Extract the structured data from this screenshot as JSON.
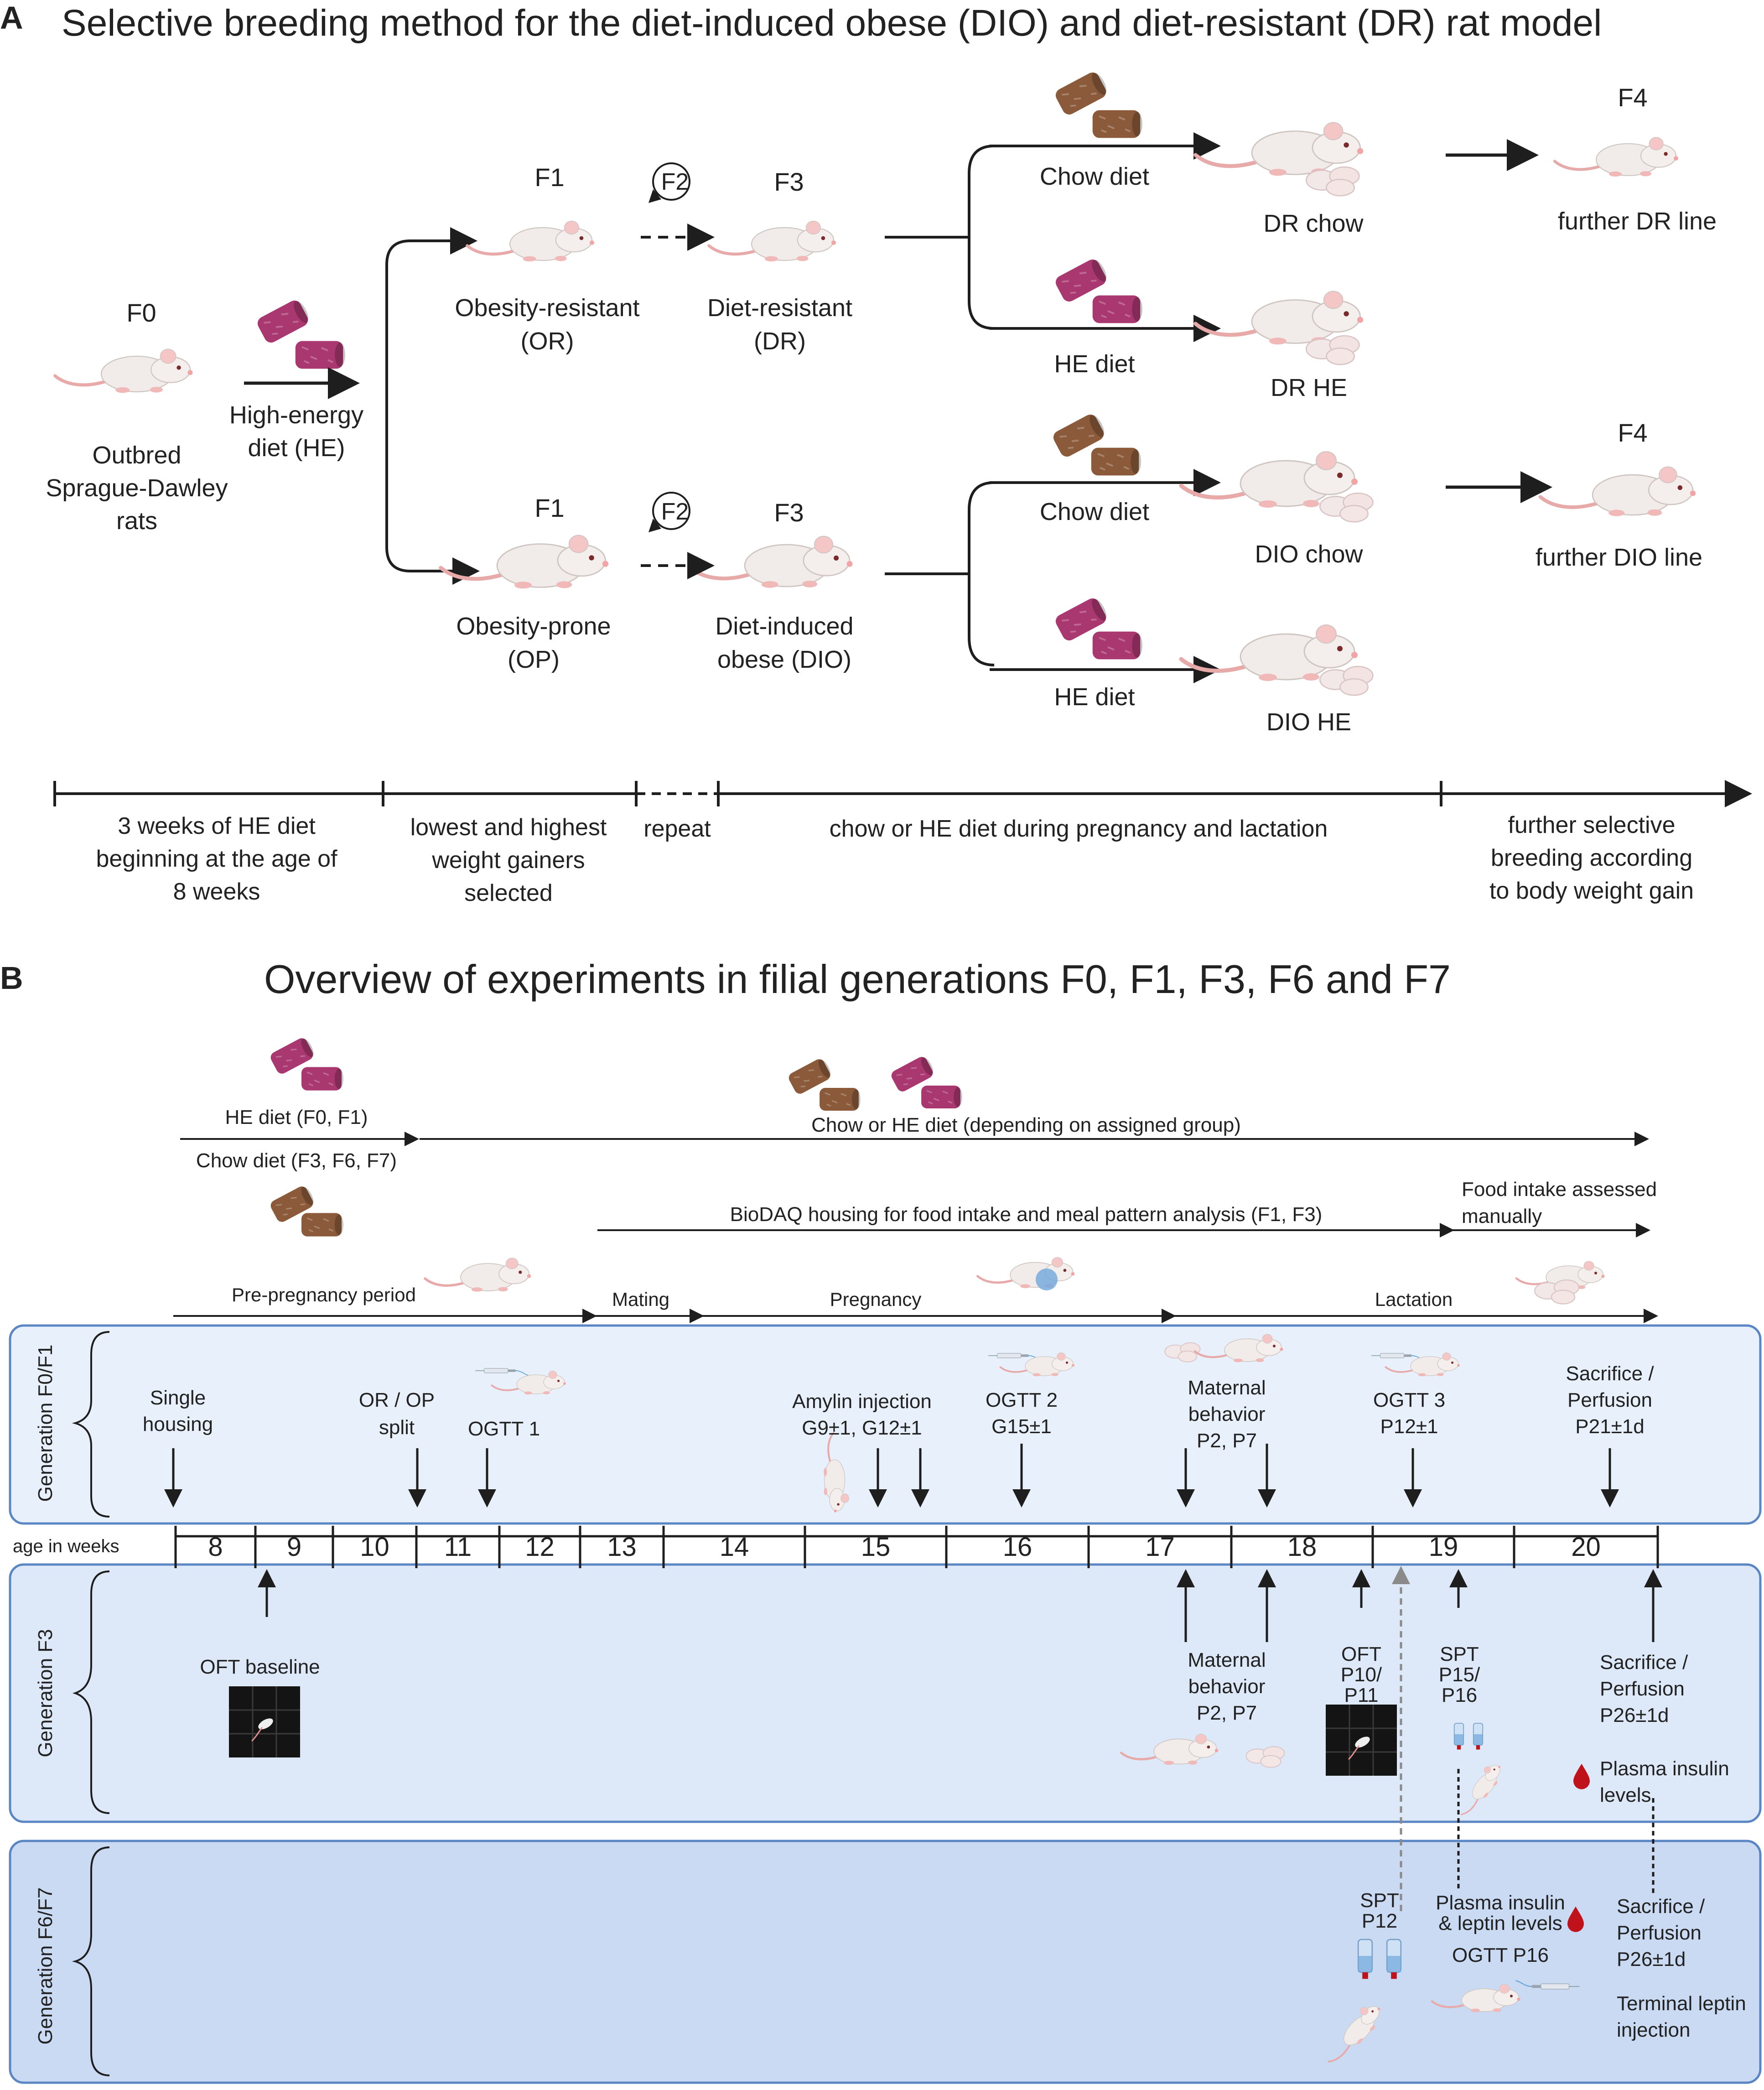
{
  "panel_a": {
    "letter": "A",
    "title": "Selective breeding method for the diet-induced obese (DIO) and diet-resistant (DR) rat model",
    "f0_label": "F0",
    "f0_desc": [
      "Outbred",
      "Sprague-Dawley",
      "rats"
    ],
    "he_diet_label": [
      "High-energy",
      "diet (HE)"
    ],
    "f1_label": "F1",
    "f2_label": "F2",
    "f3_label": "F3",
    "f4_label": "F4",
    "or_label": [
      "Obesity-resistant",
      "(OR)"
    ],
    "dr_label": [
      "Diet-resistant",
      "(DR)"
    ],
    "op_label": [
      "Obesity-prone",
      "(OP)"
    ],
    "dio_label": [
      "Diet-induced",
      "obese (DIO)"
    ],
    "chow_diet": "Chow diet",
    "he_diet": "HE diet",
    "dr_chow": "DR chow",
    "dr_he": "DR HE",
    "dio_chow": "DIO chow",
    "dio_he": "DIO HE",
    "further_dr": "further DR line",
    "further_dio": "further DIO line",
    "timeline": [
      [
        "3 weeks of HE diet",
        "beginning at the age of",
        "8 weeks"
      ],
      [
        "lowest and highest",
        "weight gainers",
        "selected"
      ],
      [
        "repeat"
      ],
      [
        "chow or HE diet during pregnancy and lactation"
      ],
      [
        "further selective",
        "breeding according",
        "to body weight gain"
      ]
    ]
  },
  "panel_b": {
    "letter": "B",
    "title": "Overview of experiments in filial generations F0, F1, F3, F6 and F7",
    "he_diet_f0f1": "HE diet (F0, F1)",
    "chow_diet_f3f6f7": "Chow diet (F3, F6, F7)",
    "chow_or_he": "Chow or HE diet (depending on assigned group)",
    "biodaq": "BioDAQ housing for food intake and meal pattern analysis (F1, F3)",
    "food_intake_manual": [
      "Food intake assessed",
      "manually"
    ],
    "pre_pregnancy": "Pre-pregnancy period",
    "mating": "Mating",
    "pregnancy": "Pregnancy",
    "lactation": "Lactation",
    "age_label": "age in weeks",
    "weeks": [
      "8",
      "9",
      "10",
      "11",
      "12",
      "13",
      "14",
      "15",
      "16",
      "17",
      "18",
      "19",
      "20"
    ],
    "gen_f0f1": {
      "label": "Generation F0/F1",
      "single_housing": [
        "Single",
        "housing"
      ],
      "or_op_split": [
        "OR / OP",
        "split"
      ],
      "ogtt1": "OGTT 1",
      "amylin": [
        "Amylin injection",
        "G9±1, G12±1"
      ],
      "ogtt2": [
        "OGTT 2",
        "G15±1"
      ],
      "maternal": [
        "Maternal",
        "behavior",
        "P2, P7"
      ],
      "ogtt3": [
        "OGTT 3",
        "P12±1"
      ],
      "sacrifice": [
        "Sacrifice /",
        "Perfusion",
        "P21±1d"
      ]
    },
    "gen_f3": {
      "label": "Generation F3",
      "oft_baseline": "OFT baseline",
      "maternal": [
        "Maternal",
        "behavior",
        "P2, P7"
      ],
      "oft": [
        "OFT",
        "P10/",
        "P11"
      ],
      "spt": [
        "SPT",
        "P15/",
        "P16"
      ],
      "sacrifice": [
        "Sacrifice /",
        "Perfusion",
        "P26±1d"
      ],
      "plasma_insulin": [
        "Plasma insulin",
        "levels"
      ]
    },
    "gen_f6f7": {
      "label": "Generation F6/F7",
      "spt": [
        "SPT",
        "P12"
      ],
      "plasma": [
        "Plasma insulin",
        "& leptin levels"
      ],
      "ogtt": "OGTT P16",
      "sacrifice": [
        "Sacrifice /",
        "Perfusion",
        "P26±1d"
      ],
      "terminal": [
        "Terminal leptin",
        "injection"
      ]
    }
  },
  "colors": {
    "he_pellet": "#a8386f",
    "chow_pellet": "#8a5a3a",
    "panel_border": "#5b86c4",
    "panel_fill_1": "#e7f0fb",
    "panel_fill_3": "#c9daf2",
    "blood": "#c0121b"
  }
}
